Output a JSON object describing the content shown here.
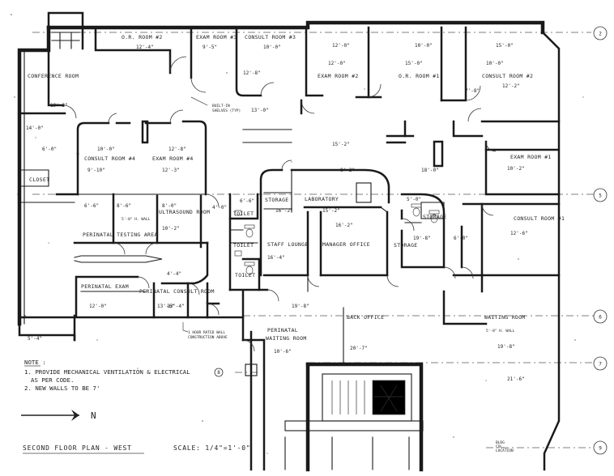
{
  "drawing": {
    "title": "SECOND FLOOR PLAN - WEST",
    "scale": "SCALE: 1/4\"=1'-0\"",
    "north_label": "N",
    "note": {
      "heading": "NOTE :",
      "line1": "1. PROVIDE MECHANICAL VENTILATION & ELECTRICAL",
      "line2": "AS PER CODE.",
      "line3": "2. NEW WALLS TO BE 7'",
      "marker": "8"
    },
    "wall_note": {
      "line1": "1 HOUR RATED WALL",
      "line2": "CONSTRUCTION ABOVE"
    },
    "built_in_note": {
      "line1": "BUILT-IN",
      "line2": "SHELVES (TYP)"
    },
    "waiting_note": "5'-0\" H. WALL",
    "ultrasound_note": "5'-0\" H. WALL",
    "corner_note": {
      "line1": "BLDG",
      "line2": "COL.",
      "line3": "LOCATION"
    }
  },
  "grid_bubbles": [
    "2",
    "5",
    "6",
    "7",
    "9"
  ],
  "rooms": {
    "or2": "O.R. ROOM #2",
    "exam3": "EXAM ROOM #3",
    "consult3": "CONSULT ROOM #3",
    "exam2": "EXAM ROOM #2",
    "or1": "O.R. ROOM #1",
    "consult2": "CONSULT ROOM #2",
    "conference": "CONFERENCE ROOM",
    "consult4": "CONSULT ROOM #4",
    "exam4": "EXAM ROOM #4",
    "exam1": "EXAM ROOM #1",
    "closet": "CLOSET",
    "laboratory": "LABORATORY",
    "storage1": "STORAGE",
    "storage2": "STORAGE",
    "storage3": "STORAGE",
    "ultrasound": "ULTRASOUND ROOM",
    "consult1": "CONSULT ROOM #1",
    "toilet1": "TOILET",
    "toilet2": "TOILET",
    "toilet3": "TOILET",
    "perinatal_testing": "PERINATAL TESTING AREA",
    "staff_lounge": "STAFF LOUNGE",
    "manager": "MANAGER OFFICE",
    "perinatal_exam": "PERINATAL EXAM",
    "perinatal_consult": "PERINATAL CONSULT ROOM",
    "back_office": "BACK OFFICE",
    "waiting": "WAITING ROOM",
    "perinatal_waiting_1": "PERINATAL",
    "perinatal_waiting_2": "WAITING ROOM"
  },
  "dimensions": {
    "d01": "12'-4\"",
    "d02": "9'-5\"",
    "d03": "10'-0\"",
    "d04": "12'-0\"",
    "d05": "10'-0\"",
    "d06": "15'-0\"",
    "d07": "10'-0\"",
    "d08": "12'-8\"",
    "d09": "12'-2\"",
    "d10": "12'-0\"",
    "d11": "15'-0\"",
    "d12": "10'-0\"",
    "d13": "19'-2\"",
    "d14": "14'-0\"",
    "d15": "6'-0\"",
    "d16": "12'-8\"",
    "d17": "13'-0\"",
    "d18": "12'-3\"",
    "d19": "9'-10\"",
    "d20": "10'-2\"",
    "d21": "6'-6\"",
    "d22": "8'-6\"",
    "d23": "8'-0\"",
    "d24": "10'-2\"",
    "d25": "12'-6\"",
    "d26": "16'-2\"",
    "d27": "15'-2\"",
    "d28": "16'-2\"",
    "d29": "6'-0\"",
    "d30": "16'-4\"",
    "d31": "19'-8\"",
    "d32": "12'-0\"",
    "d33": "13'-6\"",
    "d34": "19'-8\"",
    "d35": "20'-7\"",
    "d36": "10'-6\"",
    "d37": "4'-4\"",
    "d38": "21'-6\"",
    "d39": "19'-8\"",
    "d40": "15'-2\"",
    "d41": "18'-0\"",
    "d42": "6'-6\"",
    "d43": "4'-0\"",
    "d44": "5'-0\"",
    "d45": "5'-4\"",
    "d46": "7'-8\"",
    "d47": "13'-4\"",
    "d48": "8'-2\""
  }
}
